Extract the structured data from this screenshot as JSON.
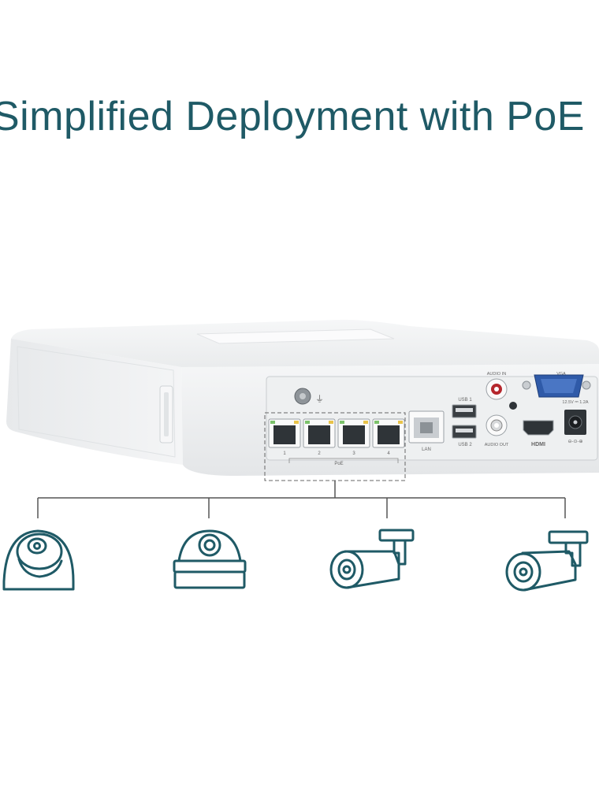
{
  "headline": "Simplified Deployment with PoE",
  "device": {
    "port_labels": {
      "lan": "LAN",
      "usb1": "USB 1",
      "usb2": "USB 2",
      "audio_in": "AUDIO IN",
      "audio_out": "AUDIO OUT",
      "hdmi": "HDMI",
      "vga": "VGA",
      "power": "12.5V ⎓ 1.2A",
      "poe": "PoE",
      "poe_ports": [
        "1",
        "2",
        "3",
        "4"
      ]
    }
  },
  "cameras": [
    {
      "icon": "dome-camera-icon"
    },
    {
      "icon": "dome-camera-icon"
    },
    {
      "icon": "bullet-camera-icon"
    },
    {
      "icon": "bullet-camera-icon"
    }
  ],
  "colors": {
    "headline": "#1f5a66",
    "icon_stroke": "#1f5a66",
    "connector": "#555555",
    "device_body": "#f2f3f4"
  }
}
